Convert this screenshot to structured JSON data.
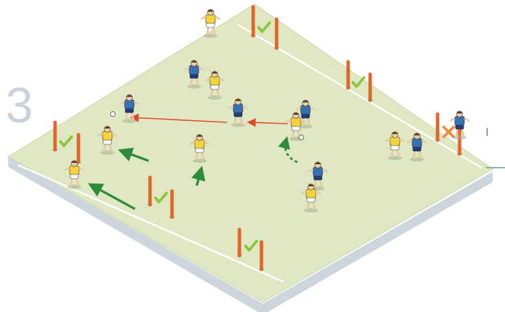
{
  "diagram": {
    "step_number": "3",
    "colors": {
      "pitch": "#dfe8c2",
      "pitch_edge": "#c9d6a6",
      "pitch_shadow": "#cdd6dc",
      "line": "#ffffff",
      "pole": "#e0662a",
      "check": "#8cc63f",
      "cross": "#f08a3c",
      "pass_arrow": "#e04a2a",
      "move_arrow": "#2e8b3a",
      "team_yellow": "#f4d23c",
      "team_blue": "#3a6fb0",
      "shorts_blue": "#1f3f7a",
      "shorts_white": "#ffffff"
    },
    "gates": [
      {
        "id": "gate-top",
        "status": "check"
      },
      {
        "id": "gate-upper-right",
        "status": "check"
      },
      {
        "id": "gate-right",
        "status": "cross"
      },
      {
        "id": "gate-left",
        "status": "check"
      },
      {
        "id": "gate-left-middle",
        "status": "check"
      },
      {
        "id": "gate-bottom",
        "status": "check"
      }
    ],
    "players": [
      {
        "team": "blue",
        "role": "defender"
      },
      {
        "team": "yellow",
        "role": "attacker"
      },
      {
        "team": "blue",
        "role": "defender"
      },
      {
        "team": "yellow",
        "role": "attacker"
      },
      {
        "team": "blue",
        "role": "defender"
      },
      {
        "team": "yellow",
        "role": "attacker with ball"
      },
      {
        "team": "blue",
        "role": "defender"
      },
      {
        "team": "yellow",
        "role": "attacker"
      },
      {
        "team": "yellow",
        "role": "attacker"
      },
      {
        "team": "blue",
        "role": "defender"
      },
      {
        "team": "yellow",
        "role": "attacker"
      },
      {
        "team": "blue",
        "role": "defender"
      },
      {
        "team": "yellow",
        "role": "attacker"
      },
      {
        "team": "blue",
        "role": "defender"
      },
      {
        "team": "yellow",
        "role": "attacker"
      }
    ],
    "arrows": [
      {
        "type": "pass"
      },
      {
        "type": "pass"
      },
      {
        "type": "run"
      },
      {
        "type": "run"
      },
      {
        "type": "run"
      },
      {
        "type": "dribble"
      }
    ]
  }
}
